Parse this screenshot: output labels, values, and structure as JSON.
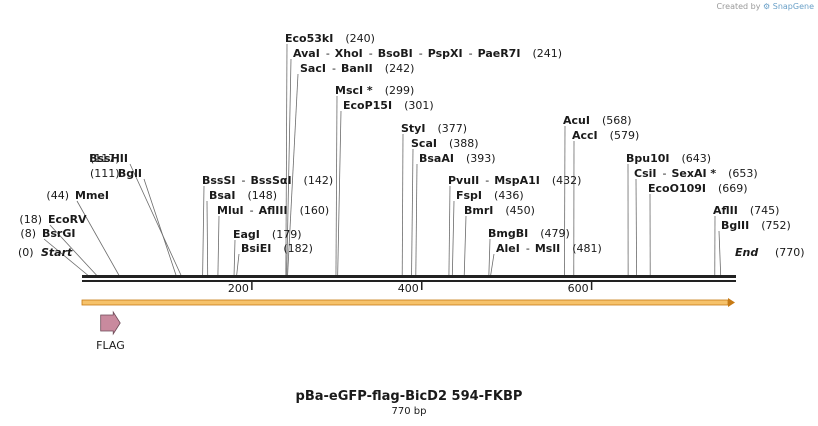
{
  "credit": {
    "prefix": "Created by",
    "brand": "SnapGene"
  },
  "plasmid": {
    "name": "pBa-eGFP-flag-BicD2 594-FKBP",
    "length_label": "770 bp",
    "length": 770
  },
  "ends": {
    "start_label": "Start",
    "start_pos": "(0)",
    "end_label": "End",
    "end_pos": "(770)"
  },
  "ticks": [
    {
      "value": 200,
      "label": "200"
    },
    {
      "value": 400,
      "label": "400"
    },
    {
      "value": 600,
      "label": "600"
    }
  ],
  "features": [
    {
      "name": "FLAG",
      "start": 22,
      "end": 45,
      "color": "#c98a9e"
    }
  ],
  "full_arrow_color": "#f0a030",
  "enzymes": [
    {
      "bp": 8,
      "items": [
        {
          "name": "BsrGI",
          "pos": "(8)"
        }
      ]
    },
    {
      "bp": 18,
      "items": [
        {
          "name": "EcoRV",
          "pos": "(18)"
        }
      ]
    },
    {
      "bp": 44,
      "items": [
        {
          "name": "MmeI",
          "pos": "(44)"
        }
      ]
    },
    {
      "bp": 111,
      "items": [
        {
          "name": "BglI",
          "pos": "(111)"
        }
      ]
    },
    {
      "bp": 117,
      "items": [
        {
          "name": "BssHII",
          "pos": "(117)"
        }
      ]
    },
    {
      "bp": 142,
      "items": [
        {
          "name": "BssSI"
        },
        {
          "name": "BssSαI",
          "pos": "(142)"
        }
      ]
    },
    {
      "bp": 148,
      "items": [
        {
          "name": "BsaI",
          "pos": "(148)"
        }
      ]
    },
    {
      "bp": 160,
      "items": [
        {
          "name": "MluI"
        },
        {
          "name": "AflIII",
          "pos": "(160)"
        }
      ]
    },
    {
      "bp": 179,
      "items": [
        {
          "name": "EagI",
          "pos": "(179)"
        }
      ]
    },
    {
      "bp": 182,
      "items": [
        {
          "name": "BsiEI",
          "pos": "(182)"
        }
      ]
    },
    {
      "bp": 240,
      "items": [
        {
          "name": "Eco53kI",
          "pos": "(240)"
        }
      ]
    },
    {
      "bp": 241,
      "items": [
        {
          "name": "AvaI"
        },
        {
          "name": "XhoI"
        },
        {
          "name": "BsoBI"
        },
        {
          "name": "PspXI"
        },
        {
          "name": "PaeR7I",
          "pos": "(241)"
        }
      ]
    },
    {
      "bp": 242,
      "items": [
        {
          "name": "SacI"
        },
        {
          "name": "BanII",
          "pos": "(242)"
        }
      ]
    },
    {
      "bp": 299,
      "items": [
        {
          "name": "MscI *",
          "pos": "(299)"
        }
      ]
    },
    {
      "bp": 301,
      "items": [
        {
          "name": "EcoP15I",
          "pos": "(301)"
        }
      ]
    },
    {
      "bp": 377,
      "items": [
        {
          "name": "StyI",
          "pos": "(377)"
        }
      ]
    },
    {
      "bp": 388,
      "items": [
        {
          "name": "ScaI",
          "pos": "(388)"
        }
      ]
    },
    {
      "bp": 393,
      "items": [
        {
          "name": "BsaAI",
          "pos": "(393)"
        }
      ]
    },
    {
      "bp": 432,
      "items": [
        {
          "name": "PvuII"
        },
        {
          "name": "MspA1I",
          "pos": "(432)"
        }
      ]
    },
    {
      "bp": 436,
      "items": [
        {
          "name": "FspI",
          "pos": "(436)"
        }
      ]
    },
    {
      "bp": 450,
      "items": [
        {
          "name": "BmrI",
          "pos": "(450)"
        }
      ]
    },
    {
      "bp": 479,
      "items": [
        {
          "name": "BmgBI",
          "pos": "(479)"
        }
      ]
    },
    {
      "bp": 481,
      "items": [
        {
          "name": "AleI"
        },
        {
          "name": "MslI",
          "pos": "(481)"
        }
      ]
    },
    {
      "bp": 568,
      "items": [
        {
          "name": "AcuI",
          "pos": "(568)"
        }
      ]
    },
    {
      "bp": 579,
      "items": [
        {
          "name": "AccI",
          "pos": "(579)"
        }
      ]
    },
    {
      "bp": 643,
      "items": [
        {
          "name": "Bpu10I",
          "pos": "(643)"
        }
      ]
    },
    {
      "bp": 653,
      "items": [
        {
          "name": "CsiI"
        },
        {
          "name": "SexAI *",
          "pos": "(653)"
        }
      ]
    },
    {
      "bp": 669,
      "items": [
        {
          "name": "EcoO109I",
          "pos": "(669)"
        }
      ]
    },
    {
      "bp": 745,
      "items": [
        {
          "name": "AflII",
          "pos": "(745)"
        }
      ]
    },
    {
      "bp": 752,
      "items": [
        {
          "name": "BglII",
          "pos": "(752)"
        }
      ]
    }
  ]
}
